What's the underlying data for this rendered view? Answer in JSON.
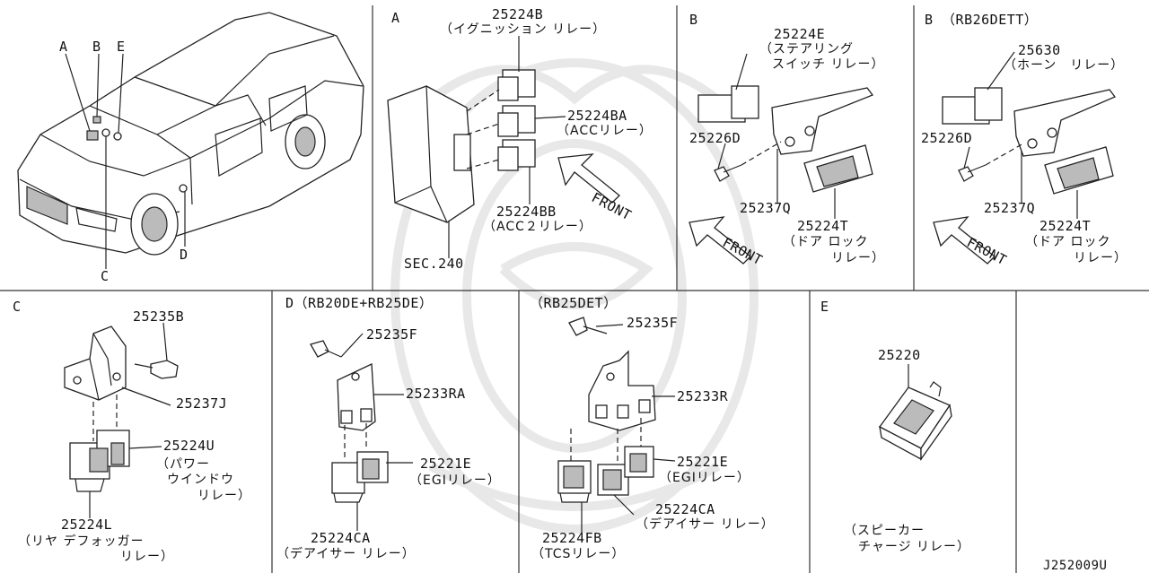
{
  "footer_code": "J252009U",
  "car_view": {
    "callouts": [
      "A",
      "B",
      "E",
      "C",
      "D"
    ]
  },
  "panels": {
    "A": {
      "title": "A",
      "parts": [
        {
          "code": "25224B",
          "desc": "（イグニッション リレー）"
        },
        {
          "code": "25224BA",
          "desc": "（ACCリレー）"
        },
        {
          "code": "25224BB",
          "desc": "（ACC２リレー）"
        },
        {
          "code": "SEC.240",
          "desc": ""
        }
      ],
      "front": "FRONT"
    },
    "B1": {
      "title": "B",
      "parts": [
        {
          "code": "25224E",
          "desc": "（ステアリング",
          "desc2": "スイッチ リレー）"
        },
        {
          "code": "25226D",
          "desc": ""
        },
        {
          "code": "25237Q",
          "desc": ""
        },
        {
          "code": "25224T",
          "desc": "（ドア ロック",
          "desc2": "リレー）"
        }
      ],
      "front": "FRONT"
    },
    "B2": {
      "title": "B （RB26DETT）",
      "parts": [
        {
          "code": "25630",
          "desc": "（ホーン　リレー）"
        },
        {
          "code": "25226D",
          "desc": ""
        },
        {
          "code": "25237Q",
          "desc": ""
        },
        {
          "code": "25224T",
          "desc": "（ドア ロック",
          "desc2": "リレー）"
        }
      ],
      "front": "FRONT"
    },
    "C": {
      "title": "C",
      "parts": [
        {
          "code": "25235B",
          "desc": ""
        },
        {
          "code": "25237J",
          "desc": ""
        },
        {
          "code": "25224U",
          "desc": "（パワー",
          "desc2": "ウインドウ",
          "desc3": "リレー）"
        },
        {
          "code": "25224L",
          "desc": "（リヤ デフォッガー",
          "desc2": "リレー）"
        }
      ]
    },
    "D1": {
      "title": "D（RB20DE+RB25DE）",
      "parts": [
        {
          "code": "25235F",
          "desc": ""
        },
        {
          "code": "25233RA",
          "desc": ""
        },
        {
          "code": "25221E",
          "desc": "（EGIリレー）"
        },
        {
          "code": "25224CA",
          "desc": "（デアイサー リレー）"
        }
      ]
    },
    "D2": {
      "title": "（RB25DET）",
      "parts": [
        {
          "code": "25235F",
          "desc": ""
        },
        {
          "code": "25233R",
          "desc": ""
        },
        {
          "code": "25221E",
          "desc": "（EGIリレー）"
        },
        {
          "code": "25224CA",
          "desc": "（デアイサー リレー）"
        },
        {
          "code": "25224FB",
          "desc": "（TCSリレー）"
        }
      ]
    },
    "E": {
      "title": "E",
      "parts": [
        {
          "code": "25220",
          "desc": "（スピーカー",
          "desc2": "チャージ リレー）"
        }
      ]
    }
  }
}
